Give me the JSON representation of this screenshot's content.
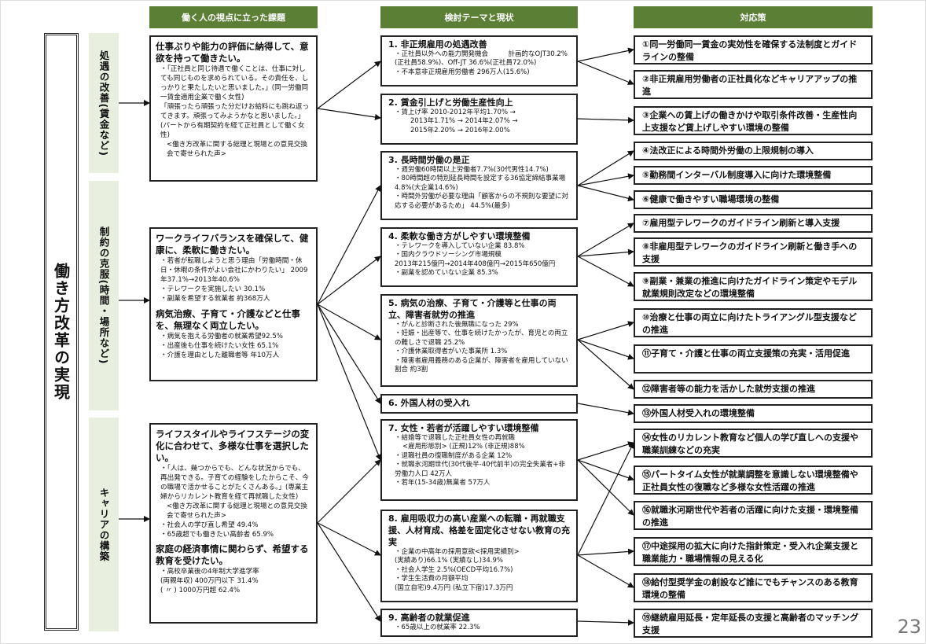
{
  "headers": {
    "issues": "働く人の視点に立った課題",
    "themes": "検討テーマと現状",
    "responses": "対応策"
  },
  "main_title": "働き方改革の実現",
  "categories": [
    "処遇の改善(賃金など)",
    "制約の克服(時間・場所など)",
    "キャリアの構築"
  ],
  "issues": [
    {
      "heading": "仕事ぶりや能力の評価に納得して、意欲を持って働きたい。",
      "details": [
        "・「正社員と同じ待遇で働くことは、仕事に対しても同じものを求められている。その責任を、しっかりと果たしたいと思いました。」(同一労働同一賃金適用企業で働く女性)",
        "「頑張ったら頑張った分だけお給料にも跳ね返ってきます。頑張ってみようかなと思いました。」(パートから有期契約を経て正社員として働く女性)",
        "<働き方改革に関する総理と現場との意見交換会で寄せられた声>"
      ]
    },
    {
      "heading": "ワークライフバランスを確保して、健康に、柔軟に働きたい。",
      "details": [
        "・若者が転職しようと思う理由「労働時間・休日・休暇の条件がよい会社にかわりたい」 2009年37.1%→2013年40.6%",
        "・テレワークを実施したい 30.1%",
        "・副業を希望する就業者 約368万人"
      ],
      "heading2": "病気治療、子育て・介護などと仕事を、無理なく両立したい。",
      "details2": [
        "・病気を抱える労働者の就業希望92.5%",
        "・出産後も仕事を続けたい女性 65.1%",
        "・介護を理由とした離職者等 年10万人"
      ]
    },
    {
      "heading": "ライフスタイルやライフステージの変化に合わせて、多様な仕事を選択したい。",
      "details": [
        "・「人は、幾つからでも、どんな状況からでも、再出発できる。子育ての経験をしたからこそ、今の職場で活かせることがたくさんある。」(専業主婦からリカレント教育を経て再就職した女性)",
        "<働き方改革に関する総理と現場との意見交換会で寄せられた声>",
        "・社会人の学び直し希望 49.4%",
        "・65歳超でも働きたい高齢者 65.9%"
      ],
      "heading2": "家庭の経済事情に関わらず、希望する教育を受けたい。",
      "details2": [
        "・高校卒業後の4年制大学進学率",
        "(両親年収) 400万円以下 31.4%",
        "( 〃 ) 1000万円超 62.4%"
      ]
    }
  ],
  "themes": [
    {
      "title": "1. 非正規雇用の処遇改善",
      "details": [
        "・正社員以外への能力開発機会　　　計画的なOJT30.2%(正社員58.9%)、Off-JT 36.6%(正社員72.0%)",
        "・不本意非正規雇用労働者 296万人(15.6%)"
      ]
    },
    {
      "title": "2. 賃金引上げと労働生産性向上",
      "details": [
        "・賃上げ率 2010-2012年平均1.70% →",
        "2013年1.71% → 2014年2.07% →",
        "2015年2.20% → 2016年2.00%"
      ]
    },
    {
      "title": "3. 長時間労働の是正",
      "details": [
        "・週労働60時間以上労働者7.7%(30代男性14.7%)",
        "・80時間超の特別延長時間を設定する36協定締結事業場 4.8%(大企業14.6%)",
        "・時間外労働が必要な理由「顧客からの不規則な要望に対応する必要があるため」 44.5%(最多)"
      ]
    },
    {
      "title": "4. 柔軟な働き方がしやすい環境整備",
      "details": [
        "・テレワークを導入していない企業 83.8%",
        "・国内クラウドソーシング市場規模",
        "2013年215億円→2014年408億円→2015年650億円",
        "・副業を認めていない企業 85.3%"
      ]
    },
    {
      "title": "5. 病気の治療、子育て・介護等と仕事の両立、障害者就労の推進",
      "details": [
        "・がんと診断された後無職になった 29%",
        "・妊娠・出産等で、仕事を続けたかったが、育児との両立の難しさで退職 25.2%",
        "・介護休業取得者がいた事業所 1.3%",
        "・障害者雇用義務のある企業が、障害者を雇用していない割合 約3割"
      ]
    },
    {
      "title": "6. 外国人材の受入れ",
      "details": []
    },
    {
      "title": "7. 女性・若者が活躍しやすい環境整備",
      "details": [
        "・結婚等で退職した正社員女性の再就職",
        "<雇用形態別> (正規)12% (非正規)88%",
        "・退職社員の復職制度がある企業 12%",
        "・就職氷河期世代(30代後半-40代前半)の完全失業者+非労働力人口 42万人",
        "・若年(15-34歳)無業者 57万人"
      ]
    },
    {
      "title": "8. 雇用吸収力の高い産業への転職・再就職支援、人材育成、格差を固定化させない教育の充実",
      "details": [
        "・企業の中高年の採用意欲<採用実績別>",
        "(実績あり)66.1% (実績なし)34.9%",
        "・社会人学生 2.5%(OECD平均16.7%)",
        "・学生生活費の月額平均",
        "(国立自宅)9.4万円 (私立下宿)17.3万円"
      ]
    },
    {
      "title": "9. 高齢者の就業促進",
      "details": [
        "・65歳以上の就業率 22.3%"
      ]
    }
  ],
  "responses": [
    "①同一労働同一賃金の実効性を確保する法制度とガイドラインの整備",
    "②非正規雇用労働者の正社員化などキャリアアップの推進",
    "③企業への賃上げの働きかけや取引条件改善・生産性向上支援など賃上げしやすい環境の整備",
    "④法改正による時間外労働の上限規制の導入",
    "⑤勤務間インターバル制度導入に向けた環境整備",
    "⑥健康で働きやすい職場環境の整備",
    "⑦雇用型テレワークのガイドライン刷新と導入支援",
    "⑧非雇用型テレワークのガイドライン刷新と働き手への支援",
    "⑨副業・兼業の推進に向けたガイドライン策定やモデル就業規則改定などの環境整備",
    "⑩治療と仕事の両立に向けたトライアングル型支援などの推進",
    "⑪子育て・介護と仕事の両立支援策の充実・活用促進",
    "⑫障害者等の能力を活かした就労支援の推進",
    "⑬外国人材受入れの環境整備",
    "⑭女性のリカレント教育など個人の学び直しへの支援や職業訓練などの充実",
    "⑮パートタイム女性が就業調整を意識しない環境整備や正社員女性の復職など多様な女性活躍の推進",
    "⑯就職氷河期世代や若者の活躍に向けた支援・環境整備の推進",
    "⑰中途採用の拡大に向けた指針策定・受入れ企業支援と職業能力・職場情報の見える化",
    "⑱給付型奨学金の創設など誰にでもチャンスのある教育環境の整備",
    "⑲継続雇用延長・定年延長の支援と高齢者のマッチング支援"
  ],
  "page_number": "23",
  "colors": {
    "header_bg": "#5b7f34",
    "category_bg": "#e8efdf"
  }
}
